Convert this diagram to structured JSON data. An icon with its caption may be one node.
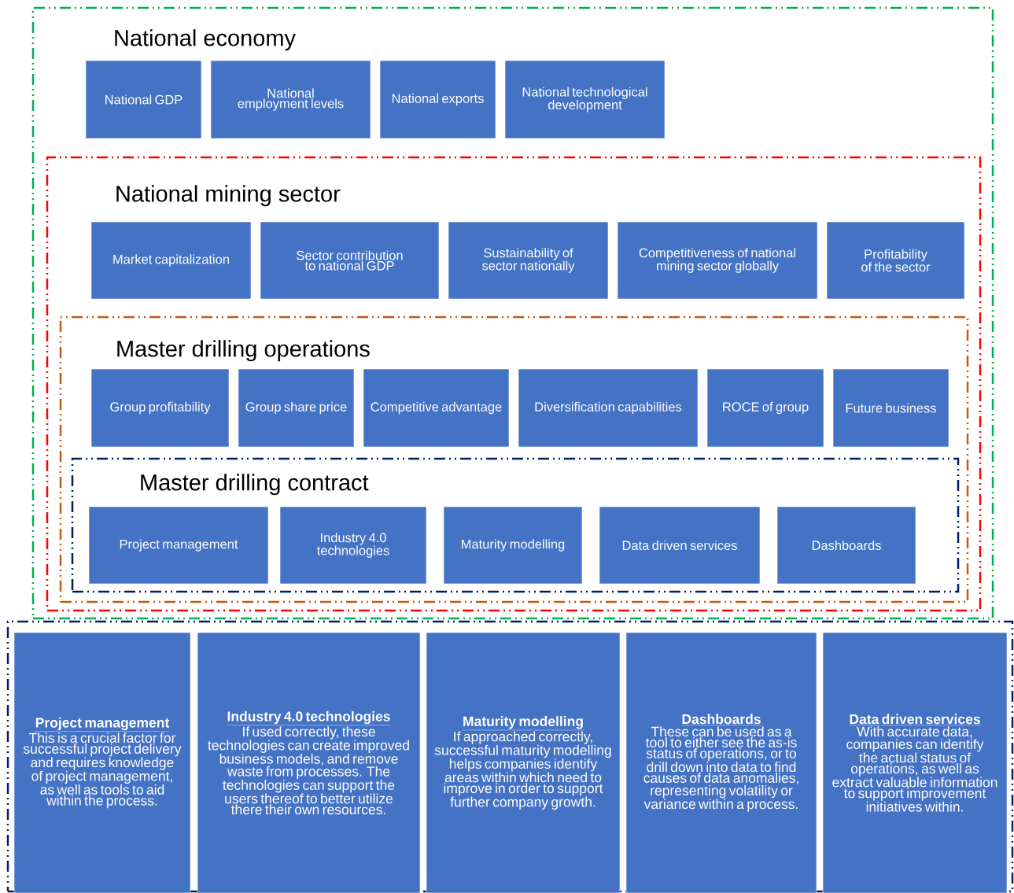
{
  "diagram": {
    "nodes": [
      {
        "text": [
          "National economy"
        ]
      },
      {
        "text": [
          "National GDP"
        ],
        "in": 0
      },
      {
        "text": [
          "National employment levels"
        ],
        "in": 0
      },
      {
        "text": [
          "National exports"
        ],
        "in": 0
      },
      {
        "text": [
          "National technological development"
        ],
        "in": 0
      },
      {
        "text": [
          "National mining sector"
        ],
        "in": 0
      },
      {
        "text": [
          "Market capitalization"
        ],
        "in": 5
      },
      {
        "text": [
          "Sector contribution to national GDP"
        ],
        "in": 5
      },
      {
        "text": [
          "Sustainability of sector nationally"
        ],
        "in": 5
      },
      {
        "text": [
          "Competitiveness of national mining sector globally"
        ],
        "in": 5
      },
      {
        "text": [
          "Profitability of the sector"
        ],
        "in": 5
      },
      {
        "text": [
          "Master drilling operations"
        ],
        "in": 5
      },
      {
        "text": [
          "Group profitability"
        ],
        "in": 11
      },
      {
        "text": [
          "Group share price"
        ],
        "in": 11
      },
      {
        "text": [
          "Competitive advantage"
        ],
        "in": 11
      },
      {
        "text": [
          "Diversification capabilities"
        ],
        "in": 11
      },
      {
        "text": [
          "ROCE of group"
        ],
        "in": 11
      },
      {
        "text": [
          "Future business"
        ],
        "in": 11
      },
      {
        "text": [
          "Master drilling contract"
        ],
        "in": 11
      },
      {
        "text": [
          "Project management"
        ],
        "in": 18
      },
      {
        "text": [
          "Industry 4.0 technologies"
        ],
        "in": 18
      },
      {
        "text": [
          "Maturity modelling"
        ],
        "in": 18
      },
      {
        "text": [
          "Data driven services"
        ],
        "in": 18
      },
      {
        "text": [
          "Dashboards"
        ],
        "in": 18
      },
      {
        "text": [],
        "shape": "box"
      },
      {
        "text": [
          "Project management",
          "This is a crucial factor for successful project delivery and requires knowledge of project management, as well as tools to aid within the process."
        ],
        "in": 24
      },
      {
        "text": [
          "Industry 4.0 technologies",
          "If used correctly, these technologies can create improved business models, and remove waste from processes. The technologies can support the users thereof to better utilize there their own resources."
        ],
        "in": 24
      },
      {
        "text": [
          "Maturity modelling",
          "If approached correctly, successful maturity modelling helps companies identify areas within which need to improve in order to support further company growth."
        ],
        "in": 24
      },
      {
        "text": [
          "Dashboards",
          "These can be used as a tool to either see the as-is status of operations, or to drill down into data to find causes of data anomalies, representing volatility or variance within a process."
        ],
        "in": 24
      },
      {
        "text": [
          "Data driven services",
          "With accurate data, companies can identify the actual status of operations, as well as extract valuable information to support improvement initiatives within."
        ],
        "in": 24
      }
    ]
  }
}
